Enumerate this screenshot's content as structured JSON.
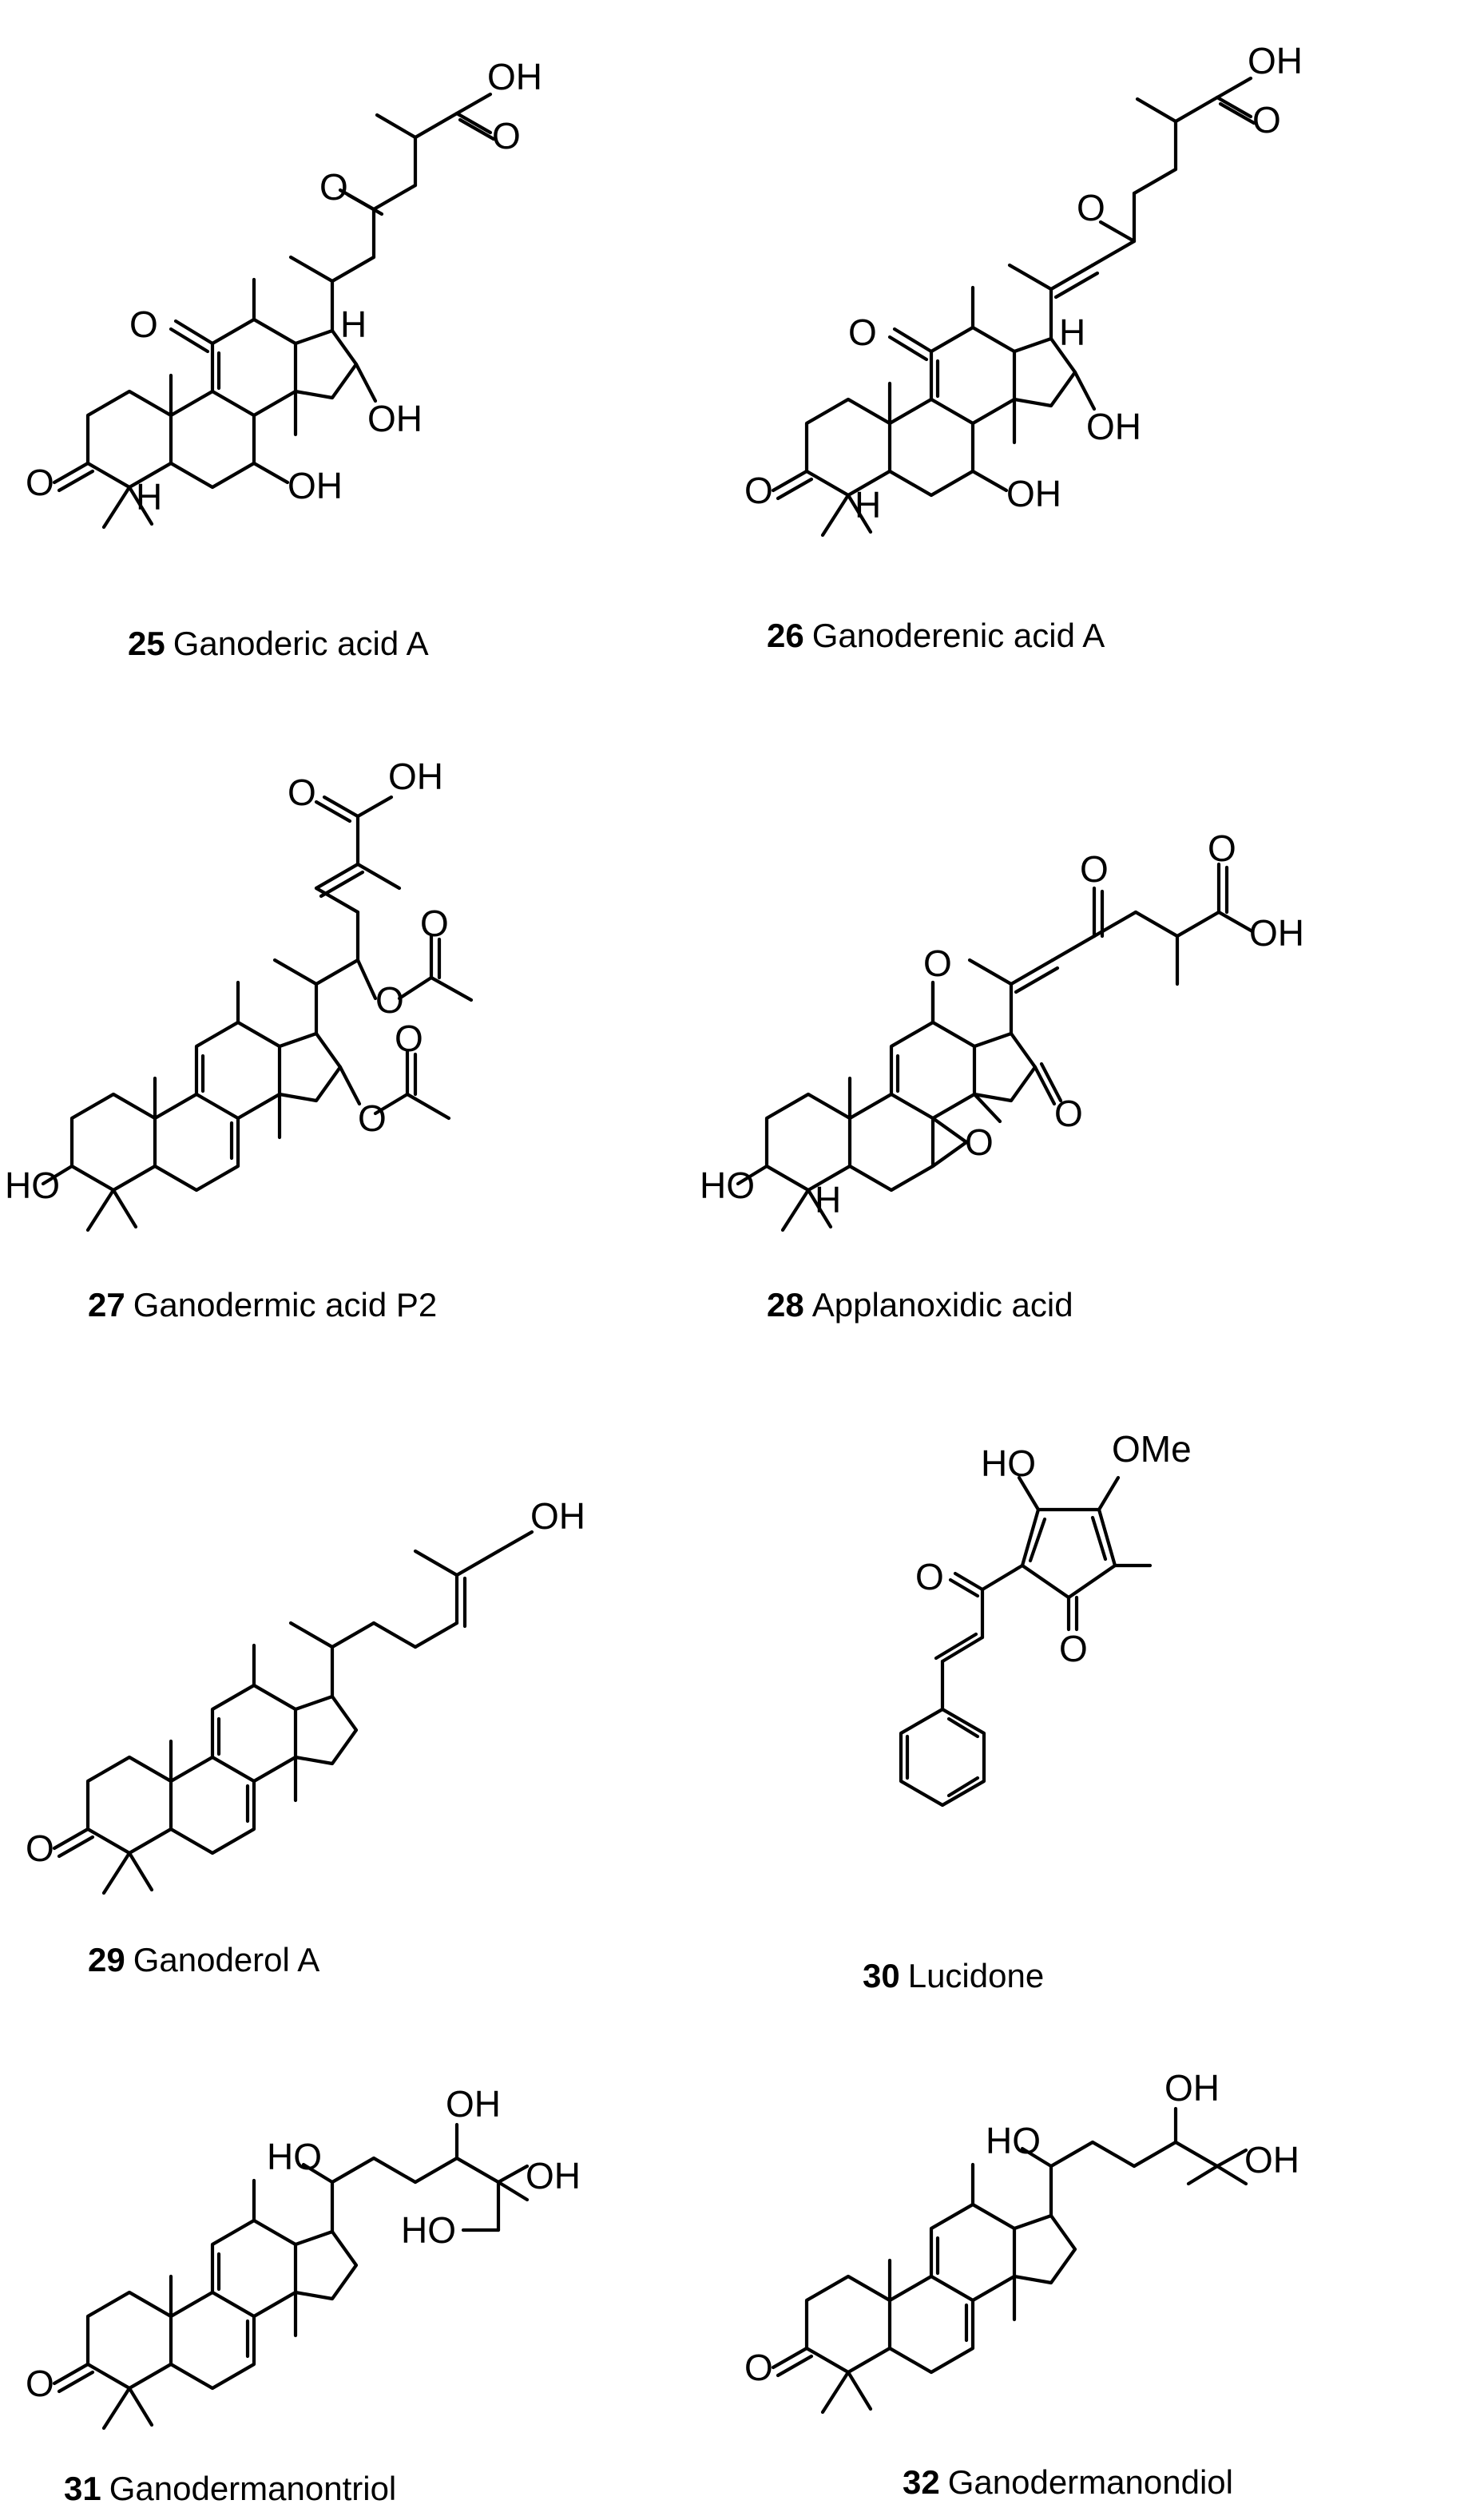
{
  "atom_labels": {
    "oh": "OH",
    "ho": "HO",
    "o": "O",
    "h": "H",
    "ome": "OMe"
  },
  "compounds": [
    {
      "number": "25",
      "name": "Ganoderic acid A"
    },
    {
      "number": "26",
      "name": "Ganoderenic acid A"
    },
    {
      "number": "27",
      "name": "Ganodermic acid P2"
    },
    {
      "number": "28",
      "name": "Applanoxidic acid"
    },
    {
      "number": "29",
      "name": "Ganoderol A"
    },
    {
      "number": "30",
      "name": "Lucidone"
    },
    {
      "number": "31",
      "name": "Ganodermanontriol"
    },
    {
      "number": "32",
      "name": "Ganodermanondiol"
    }
  ]
}
